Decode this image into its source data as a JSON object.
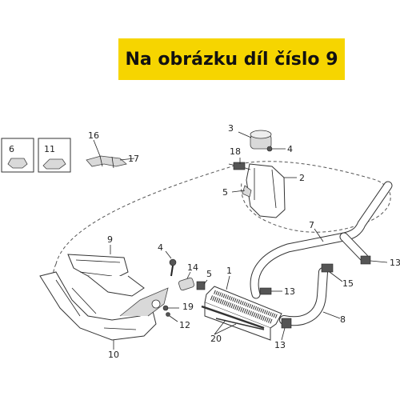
{
  "banner": {
    "text": "Na obrázku díl číslo 9",
    "color": "#f6d500"
  },
  "callouts": {
    "c1": "1",
    "c2": "2",
    "c3": "3",
    "c4a": "4",
    "c4b": "4",
    "c5a": "5",
    "c5b": "5",
    "c6": "6",
    "c7": "7",
    "c8": "8",
    "c9": "9",
    "c10": "10",
    "c11": "11",
    "c12": "12",
    "c13a": "13",
    "c13b": "13",
    "c13c": "13",
    "c14": "14",
    "c15": "15",
    "c16": "16",
    "c17": "17",
    "c18": "18",
    "c19": "19",
    "c20": "20"
  }
}
